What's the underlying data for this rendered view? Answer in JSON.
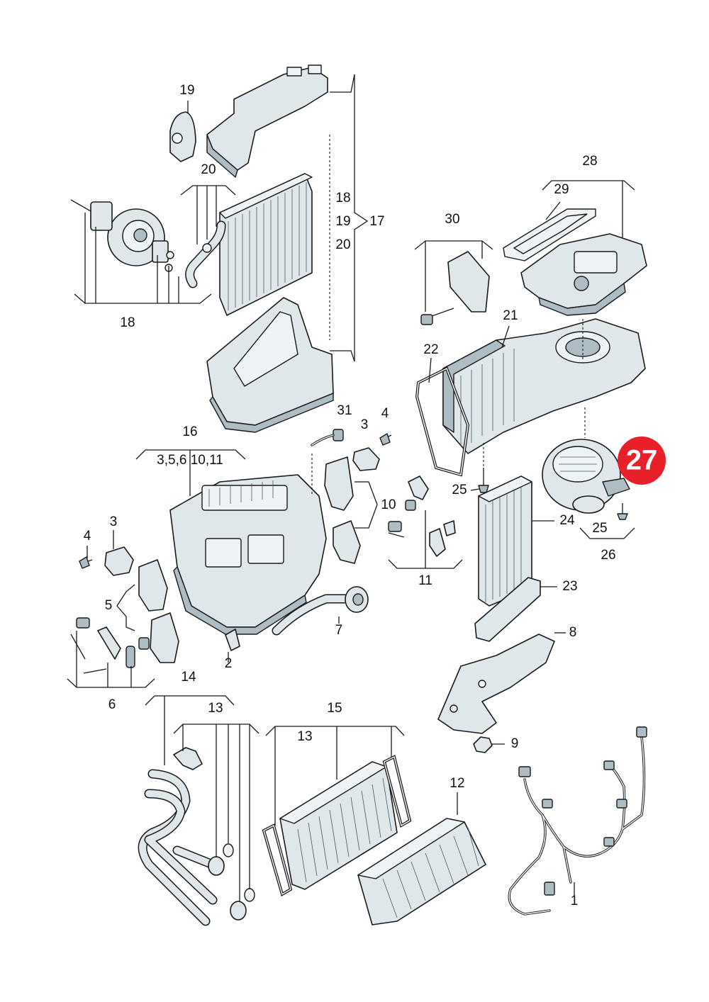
{
  "highlight": {
    "label": "27",
    "color": "#e8202a"
  },
  "colors": {
    "part_fill": "#dfe7eb",
    "outline": "#1a1a1a"
  },
  "labels": {
    "l19_top": "19",
    "l20_top": "20",
    "l18_bottom": "18",
    "l18_bracket": "18",
    "l19_bracket": "19",
    "l20_bracket": "20",
    "l17": "17",
    "l28": "28",
    "l29": "29",
    "l30": "30",
    "l21": "21",
    "l22": "22",
    "l31": "31",
    "l3_mid": "3",
    "l4_mid": "4",
    "l16": "16",
    "l16_sub": "3,5,6   10,11",
    "l10": "10",
    "l25_left": "25",
    "l24": "24",
    "l25_right": "25",
    "l26": "26",
    "l4_left": "4",
    "l3_left": "3",
    "l5": "5",
    "l11": "11",
    "l23": "23",
    "l7": "7",
    "l2": "2",
    "l8": "8",
    "l6": "6",
    "l14": "14",
    "l13_top": "13",
    "l15": "15",
    "l13_bracket": "13",
    "l9": "9",
    "l12": "12",
    "l1": "1"
  }
}
